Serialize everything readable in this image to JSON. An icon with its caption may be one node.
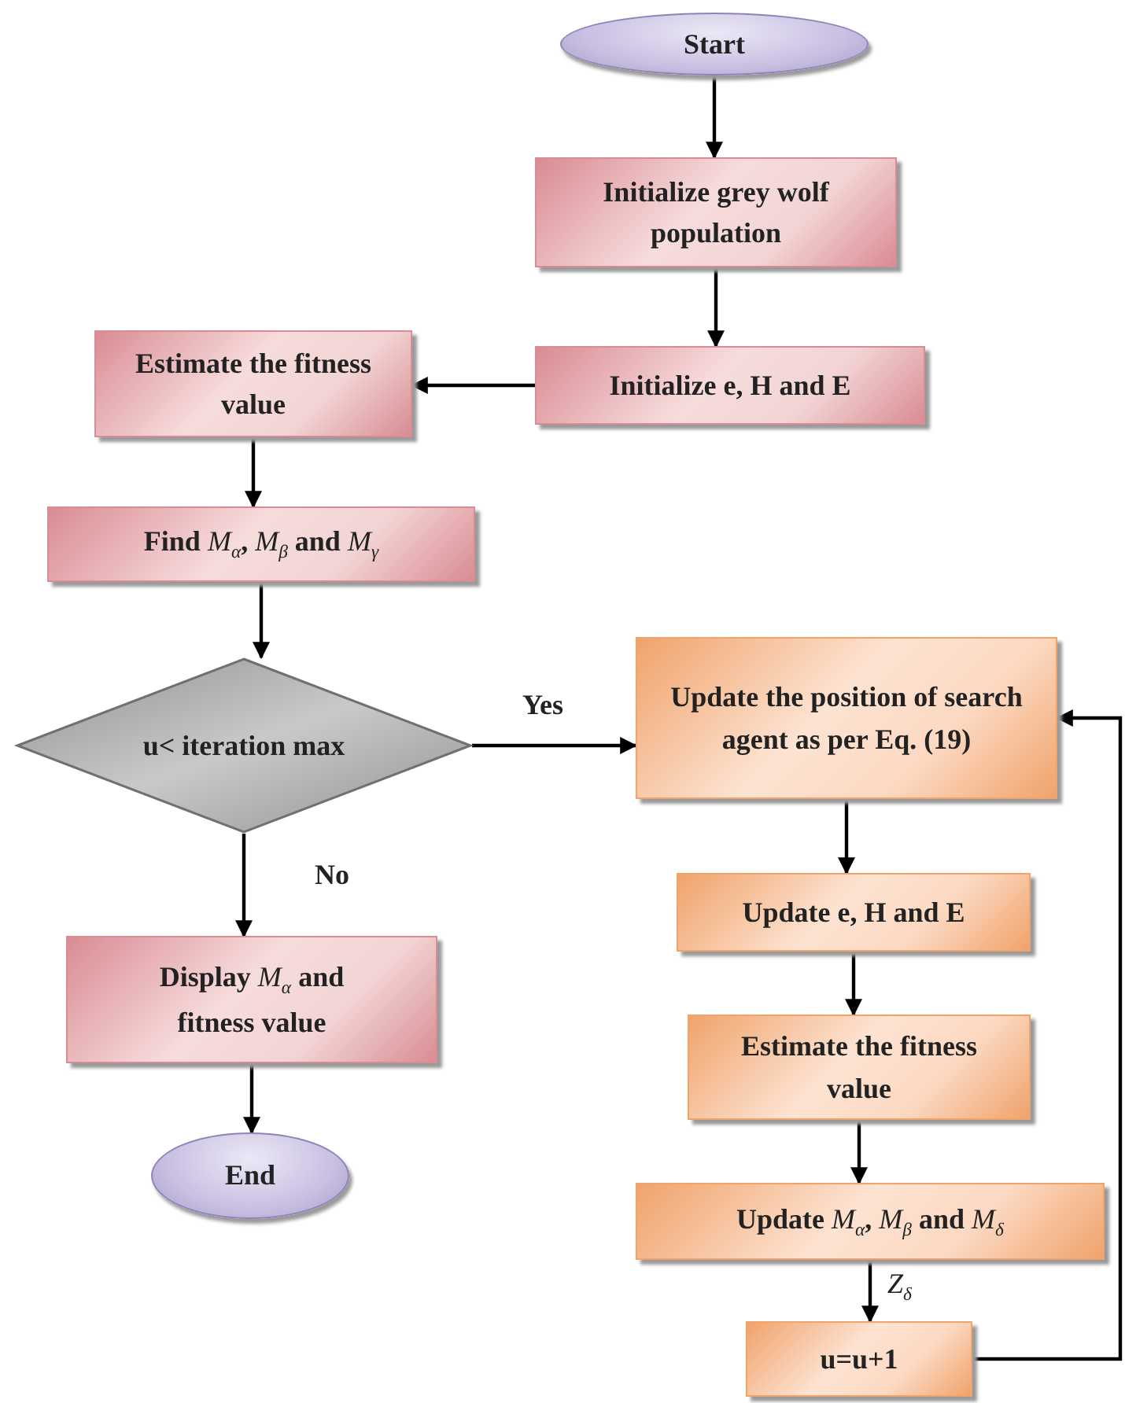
{
  "diagram": {
    "nodes": [
      {
        "text": [
          "Start"
        ]
      },
      {
        "text": [
          "Initialize grey wolf population"
        ]
      },
      {
        "text": [
          "Initialize e, H and E"
        ]
      },
      {
        "text": [
          "Estimate the fitness value"
        ]
      },
      {
        "text": [
          "Find *M*$_{α}$, *M*$_{β}$ and *M*$_{γ}$"
        ]
      },
      {
        "text": [
          "u< iteration max"
        ]
      },
      {
        "text": [
          "Update the position of search agent as per Eq. (19)"
        ]
      },
      {
        "text": [
          "Update e, H and E"
        ]
      },
      {
        "text": [
          "Estimate the fitness value"
        ]
      },
      {
        "text": [
          "Update *M*$_{α}$, *M*$_{β}$ and *M*$_{δ}$"
        ]
      },
      {
        "text": [
          "u=u+1"
        ]
      },
      {
        "text": [
          "Display *M*$_{α}$ and fitness value"
        ]
      },
      {
        "text": [
          "End"
        ]
      }
    ],
    "edges": [
      {
        "from": 0,
        "to": 1,
        "arrow": "to"
      },
      {
        "from": 1,
        "to": 2,
        "arrow": "to"
      },
      {
        "from": 2,
        "to": 3,
        "arrow": "to"
      },
      {
        "from": 3,
        "to": 4,
        "arrow": "to"
      },
      {
        "from": 4,
        "to": 5,
        "arrow": "to"
      },
      {
        "from": 5,
        "to": 6,
        "arrow": "to",
        "label": "Yes"
      },
      {
        "from": 5,
        "to": 11,
        "arrow": "to",
        "label": "No"
      },
      {
        "from": 11,
        "to": 12,
        "arrow": "to"
      },
      {
        "from": 6,
        "to": 7,
        "arrow": "to"
      },
      {
        "from": 7,
        "to": 8,
        "arrow": "to"
      },
      {
        "from": 8,
        "to": 9,
        "arrow": "to"
      },
      {
        "from": 9,
        "to": 10,
        "arrow": "to",
        "label": "*Z*$_{δ}$"
      },
      {
        "from": 10,
        "to": 6,
        "arrow": "to"
      }
    ]
  }
}
